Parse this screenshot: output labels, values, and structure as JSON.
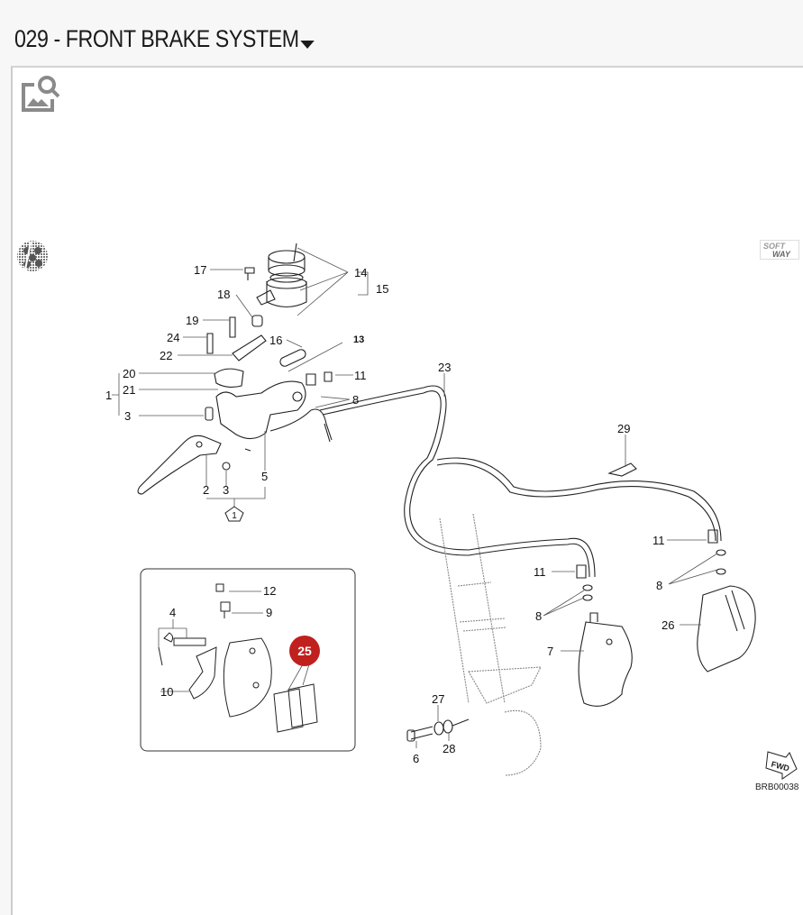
{
  "header": {
    "title": "029 - FRONT BRAKE SYSTEM",
    "dropdown_icon": "caret-down-icon"
  },
  "toolbar": {
    "zoom_icon": "image-search-icon",
    "left_control_icon": "dotted-globe-icon",
    "brand_logo_text": [
      "SOFT",
      "WAY"
    ]
  },
  "diagram": {
    "code": "BRB00038",
    "fwd_label": "FWD",
    "highlight_color": "#c0201e",
    "highlighted_part": "25",
    "kit_symbol_label": "1",
    "callouts": {
      "p1": "1",
      "p2": "2",
      "p3a": "3",
      "p3b": "3",
      "p4": "4",
      "p5": "5",
      "p6": "6",
      "p7": "7",
      "p8a": "8",
      "p8b": "8",
      "p8c": "8",
      "p9": "9",
      "p10": "10",
      "p11a": "11",
      "p11b": "11",
      "p11c": "11",
      "p12": "12",
      "p13": "13",
      "p14": "14",
      "p15": "15",
      "p16": "16",
      "p17": "17",
      "p18": "18",
      "p19": "19",
      "p20": "20",
      "p21": "21",
      "p22": "22",
      "p23": "23",
      "p24": "24",
      "p25": "25",
      "p26": "26",
      "p27": "27",
      "p28": "28",
      "p29": "29"
    }
  }
}
